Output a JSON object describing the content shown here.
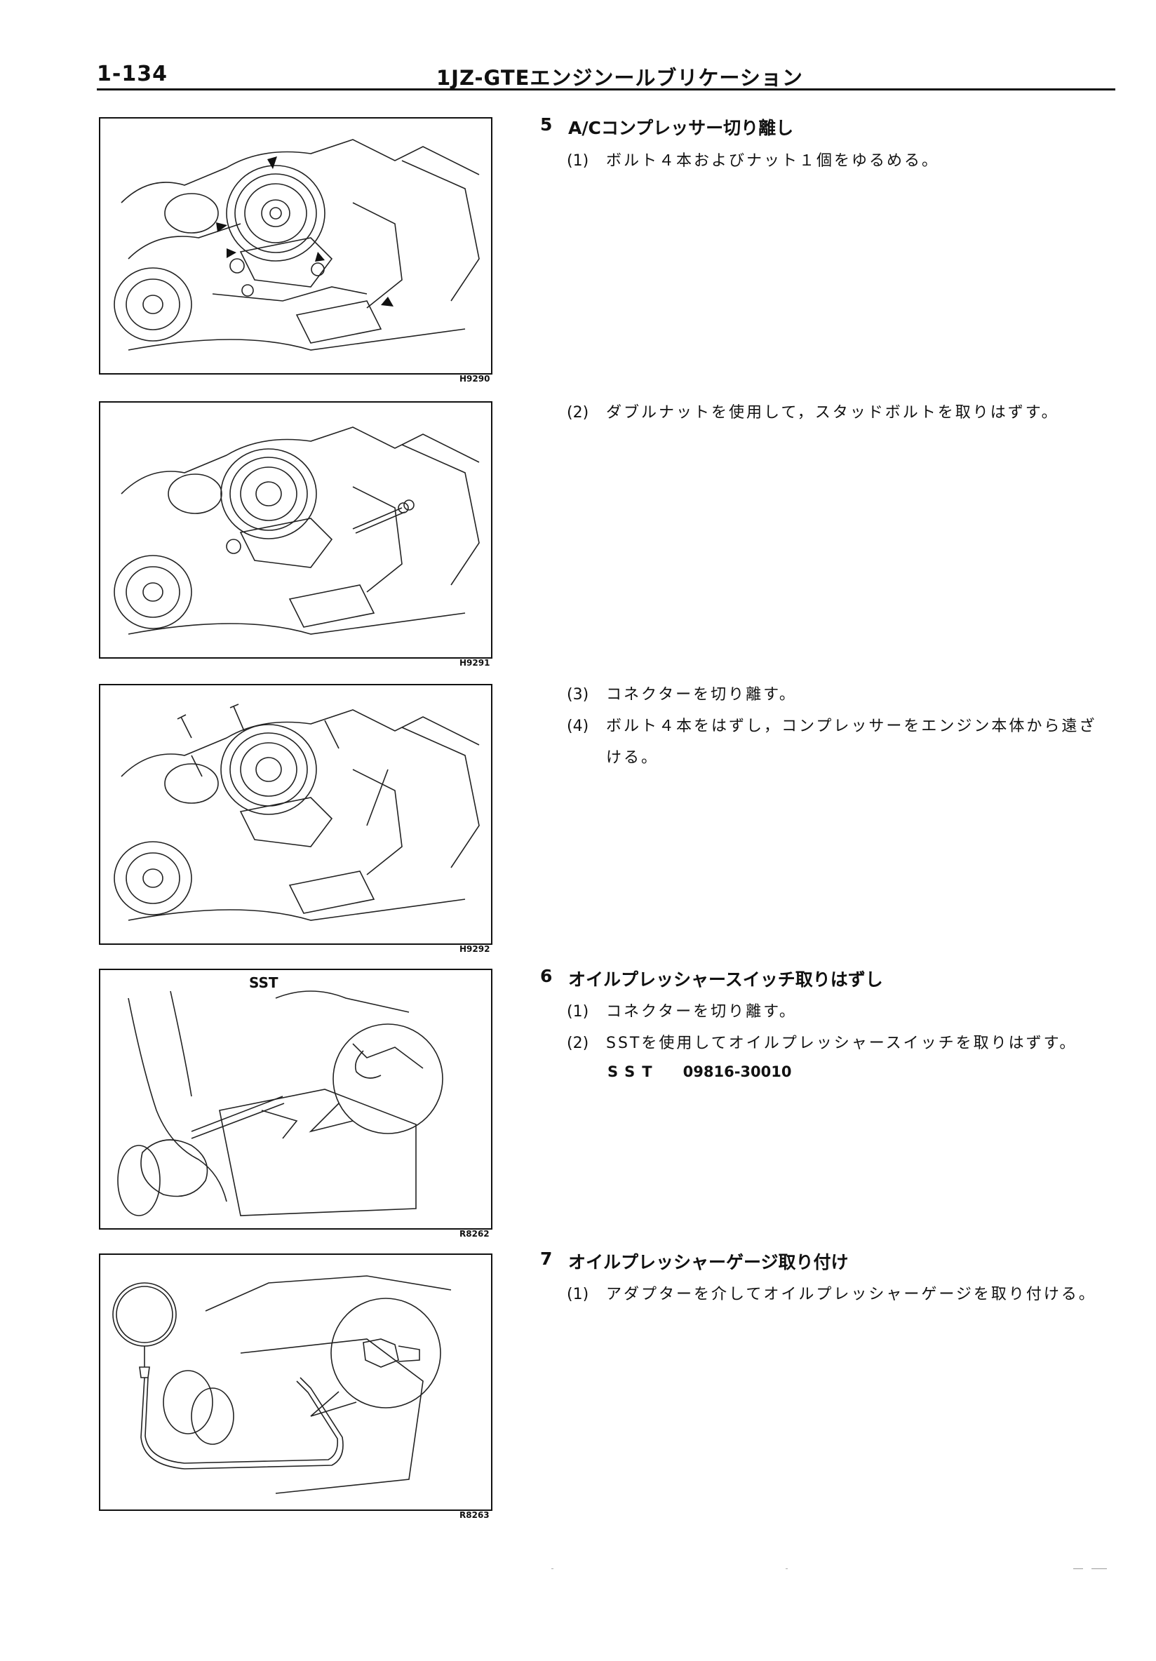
{
  "header": {
    "page_number": "1-134",
    "title": "1JZ-GTEエンジンールブリケーション"
  },
  "figures": [
    {
      "code": "H9290"
    },
    {
      "code": "H9291"
    },
    {
      "code": "H9292"
    },
    {
      "code": "R8262",
      "callout": "SST"
    },
    {
      "code": "R8263"
    }
  ],
  "sections": [
    {
      "number": "5",
      "title": "A/Cコンプレッサー切り離し",
      "steps": [
        {
          "n": "(1)",
          "text": "ボルト４本およびナット１個をゆるめる。"
        },
        {
          "n": "(2)",
          "text": "ダブルナットを使用して，スタッドボルトを取りはずす。"
        },
        {
          "n": "(3)",
          "text": "コネクターを切り離す。"
        },
        {
          "n": "(4)",
          "text": "ボルト４本をはずし，コンプレッサーをエンジン本体から遠ざ",
          "cont": "ける。"
        }
      ]
    },
    {
      "number": "6",
      "title": "オイルプレッシャースイッチ取りはずし",
      "steps": [
        {
          "n": "(1)",
          "text": "コネクターを切り離す。"
        },
        {
          "n": "(2)",
          "text": "SSTを使用してオイルプレッシャースイッチを取りはずす。"
        }
      ],
      "sst": {
        "label": "SST",
        "value": "09816-30010"
      }
    },
    {
      "number": "7",
      "title": "オイルプレッシャーゲージ取り付け",
      "steps": [
        {
          "n": "(1)",
          "text": "アダプターを介してオイルプレッシャーゲージを取り付ける。"
        }
      ]
    }
  ]
}
